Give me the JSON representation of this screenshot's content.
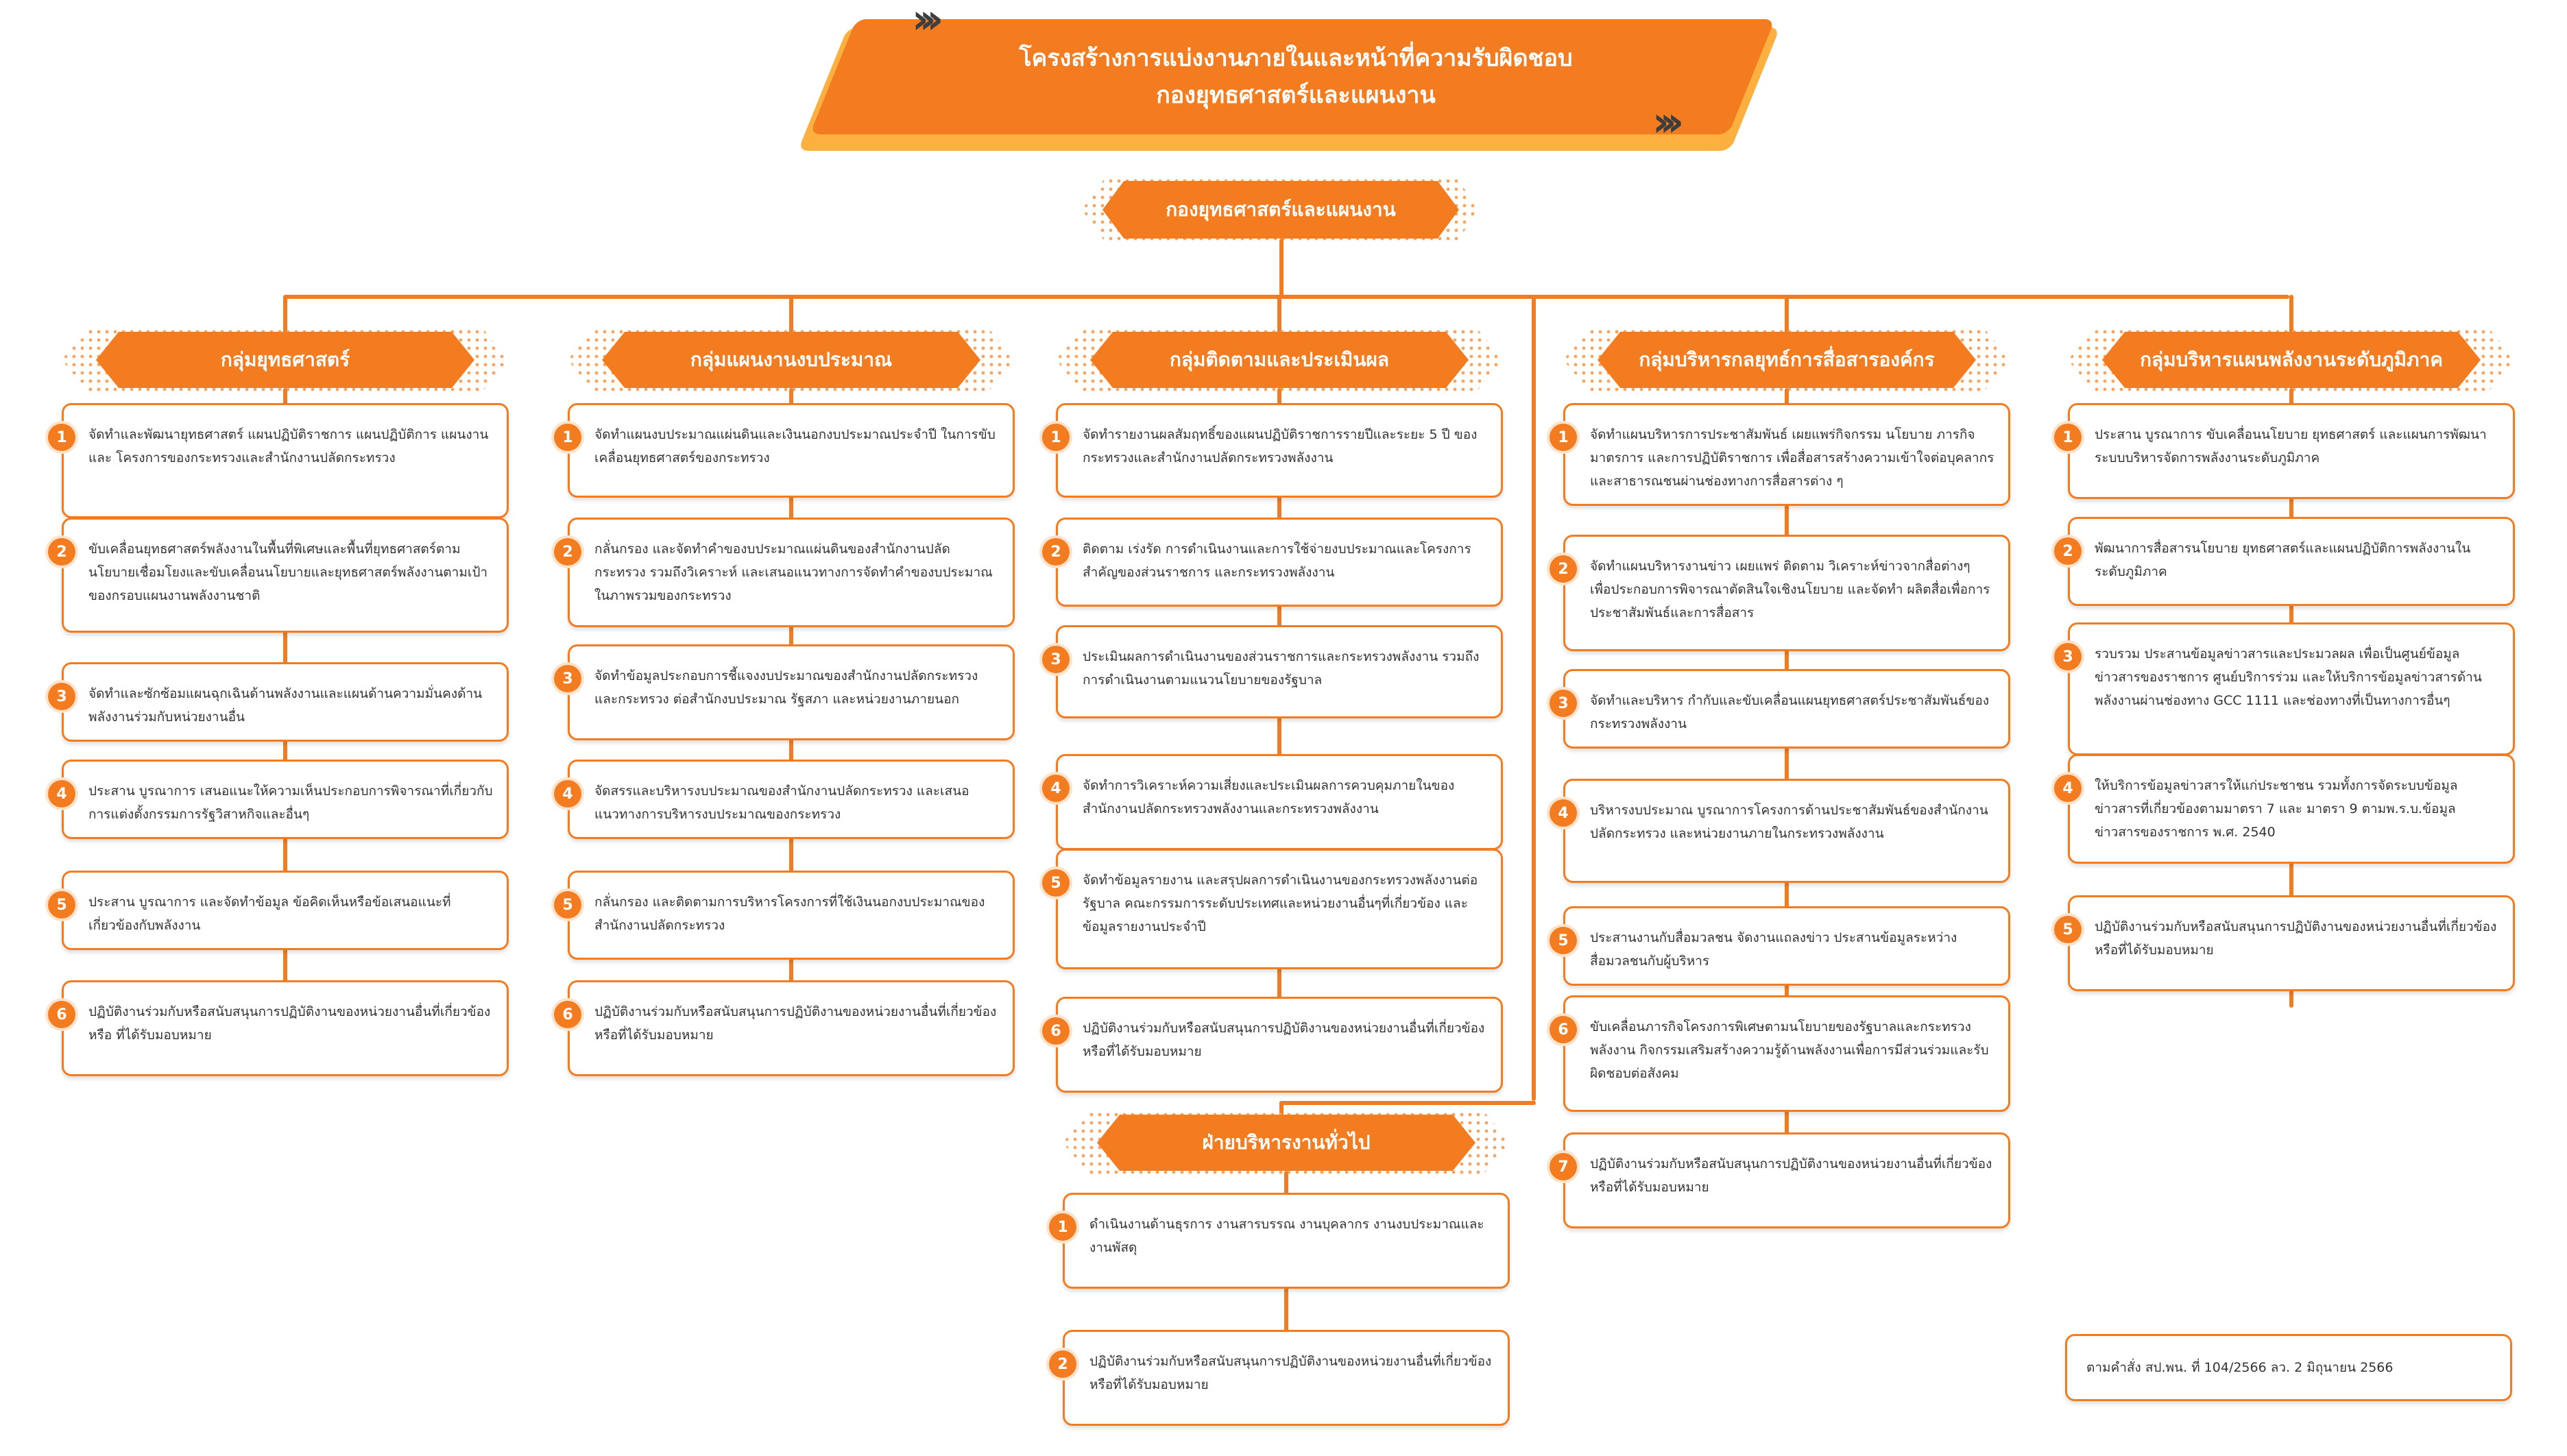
{
  "title": {
    "line1": "โครงสร้างการแบ่งงานภายในและหน้าที่ความรับผิดชอบ",
    "line2": "กองยุทธศาสตร์และแผนงาน"
  },
  "root": "กองยุทธศาสตร์และแผนงาน",
  "groups": [
    {
      "name": "กลุ่มยุทธศาสตร์",
      "items": [
        "จัดทำและพัฒนายุทธศาสตร์ แผนปฏิบัติราชการ แผนปฏิบัติการ แผนงาน และ โครงการของกระทรวงและสำนักงานปลัดกระทรวง",
        "ขับเคลื่อนยุทธศาสตร์พลังงานในพื้นที่พิเศษและพื้นที่ยุทธศาสตร์ตามนโยบายเชื่อมโยงและขับเคลื่อนนโยบายและยุทธศาสตร์พลังงานตามเป้าของกรอบแผนงานพลังงานชาติ",
        "จัดทำและซักซ้อมแผนฉุกเฉินด้านพลังงานและแผนด้านความมั่นคงด้านพลังงานร่วมกับหน่วยงานอื่น",
        "ประสาน บูรณาการ เสนอแนะให้ความเห็นประกอบการพิจารณาที่เกี่ยวกับการแต่งตั้งกรรมการรัฐวิสาหกิจและอื่นๆ",
        "ประสาน บูรณาการ และจัดทำข้อมูล ข้อคิดเห็นหรือข้อเสนอแนะที่เกี่ยวข้องกับพลังงาน",
        "ปฏิบัติงานร่วมกับหรือสนับสนุนการปฏิบัติงานของหน่วยงานอื่นที่เกี่ยวข้อง หรือ ที่ได้รับมอบหมาย"
      ]
    },
    {
      "name": "กลุ่มแผนงานงบประมาณ",
      "items": [
        "จัดทำแผนงบประมาณแผ่นดินและเงินนอกงบประมาณประจำปี ในการขับเคลื่อนยุทธศาสตร์ของกระทรวง",
        "กลั่นกรอง และจัดทำคำของบประมาณแผ่นดินของสำนักงานปลัดกระทรวง รวมถึงวิเคราะห์ และเสนอแนวทางการจัดทำคำของบประมาณในภาพรวมของกระทรวง",
        "จัดทำข้อมูลประกอบการชี้แจงงบประมาณของสำนักงานปลัดกระทรวงและกระทรวง ต่อสำนักงบประมาณ รัฐสภา และหน่วยงานภายนอก",
        "จัดสรรและบริหารงบประมาณของสำนักงานปลัดกระทรวง และเสนอแนวทางการบริหารงบประมาณของกระทรวง",
        "กลั่นกรอง และติดตามการบริหารโครงการที่ใช้เงินนอกงบประมาณของสำนักงานปลัดกระทรวง",
        "ปฏิบัติงานร่วมกับหรือสนับสนุนการปฏิบัติงานของหน่วยงานอื่นที่เกี่ยวข้อง หรือที่ได้รับมอบหมาย"
      ]
    },
    {
      "name": "กลุ่มติดตามและประเมินผล",
      "items": [
        "จัดทำรายงานผลสัมฤทธิ์ของแผนปฏิบัติราชการรายปีและระยะ 5 ปี ของกระทรวงและสำนักงานปลัดกระทรวงพลังงาน",
        "ติดตาม เร่งรัด การดำเนินงานและการใช้จ่ายงบประมาณและโครงการสำคัญของส่วนราชการ และกระทรวงพลังงาน",
        "ประเมินผลการดำเนินงานของส่วนราชการและกระทรวงพลังงาน รวมถึงการดำเนินงานตามแนวนโยบายของรัฐบาล",
        "จัดทำการวิเคราะห์ความเสี่ยงและประเมินผลการควบคุมภายในของสำนักงานปลัดกระทรวงพลังงานและกระทรวงพลังงาน",
        "จัดทำข้อมูลรายงาน และสรุปผลการดำเนินงานของกระทรวงพลังงานต่อรัฐบาล คณะกรรมการระดับประเทศและหน่วยงานอื่นๆที่เกี่ยวข้อง และข้อมูลรายงานประจำปี",
        "ปฏิบัติงานร่วมกับหรือสนับสนุนการปฏิบัติงานของหน่วยงานอื่นที่เกี่ยวข้อง หรือที่ได้รับมอบหมาย"
      ]
    },
    {
      "name": "กลุ่มบริหารกลยุทธ์การสื่อสารองค์กร",
      "items": [
        "จัดทำแผนบริหารการประชาสัมพันธ์ เผยแพร่กิจกรรม นโยบาย ภารกิจ มาตรการ และการปฏิบัติราชการ เพื่อสื่อสารสร้างความเข้าใจต่อบุคลากร และสาธารณชนผ่านช่องทางการสื่อสารต่าง ๆ",
        "จัดทำแผนบริหารงานข่าว เผยแพร่ ติดตาม วิเคราะห์ข่าวจากสื่อต่างๆ เพื่อประกอบการพิจารณาตัดสินใจเชิงนโยบาย และจัดทำ ผลิตสื่อเพื่อการประชาสัมพันธ์และการสื่อสาร",
        "จัดทำและบริหาร กำกับและขับเคลื่อนแผนยุทธศาสตร์ประชาสัมพันธ์ของกระทรวงพลังงาน",
        "บริหารงบประมาณ บูรณาการโครงการด้านประชาสัมพันธ์ของสำนักงานปลัดกระทรวง และหน่วยงานภายในกระทรวงพลังงาน",
        "ประสานงานกับสื่อมวลชน จัดงานแถลงข่าว ประสานข้อมูลระหว่างสื่อมวลชนกับผู้บริหาร",
        "ขับเคลื่อนภารกิจโครงการพิเศษตามนโยบายของรัฐบาลและกระทรวงพลังงาน กิจกรรมเสริมสร้างความรู้ด้านพลังงานเพื่อการมีส่วนร่วมและรับผิดชอบต่อสังคม",
        "ปฏิบัติงานร่วมกับหรือสนับสนุนการปฏิบัติงานของหน่วยงานอื่นที่เกี่ยวข้อง หรือที่ได้รับมอบหมาย"
      ]
    },
    {
      "name": "กลุ่มบริหารแผนพลังงานระดับภูมิภาค",
      "items": [
        "ประสาน บูรณาการ ขับเคลื่อนนโยบาย ยุทธศาสตร์ และแผนการพัฒนาระบบบริหารจัดการพลังงานระดับภูมิภาค",
        "พัฒนาการสื่อสารนโยบาย ยุทธศาสตร์และแผนปฏิบัติการพลังงานในระดับภูมิภาค",
        "รวบรวม ประสานข้อมูลข่าวสารและประมวลผล เพื่อเป็นศูนย์ข้อมูลข่าวสารของราชการ ศูนย์บริการร่วม และให้บริการข้อมูลข่าวสารด้านพลังงานผ่านช่องทาง GCC 1111 และช่องทางที่เป็นทางการอื่นๆ",
        "ให้บริการข้อมูลข่าวสารให้แก่ประชาชน รวมทั้งการจัดระบบข้อมูลข่าวสารที่เกี่ยวข้องตามมาตรา 7 และ มาตรา 9 ตามพ.ร.บ.ข้อมูลข่าวสารของราชการ พ.ศ. 2540",
        "ปฏิบัติงานร่วมกับหรือสนับสนุนการปฏิบัติงานของหน่วยงานอื่นที่เกี่ยวข้อง หรือที่ได้รับมอบหมาย"
      ]
    }
  ],
  "admin": {
    "name": "ฝ่ายบริหารงานทั่วไป",
    "items": [
      "ดำเนินงานด้านธุรการ งานสารบรรณ งานบุคลากร งานงบประมาณและงานพัสดุ",
      "ปฏิบัติงานร่วมกับหรือสนับสนุนการปฏิบัติงานของหน่วยงานอื่นที่เกี่ยวข้อง หรือที่ได้รับมอบหมาย"
    ]
  },
  "note": "ตามคำสั่ง สป.พน. ที่ 104/2566 ลว. 2 มิถุนายน 2566",
  "colors": {
    "accent": "#f47c20",
    "accent_light": "#fbb040"
  }
}
